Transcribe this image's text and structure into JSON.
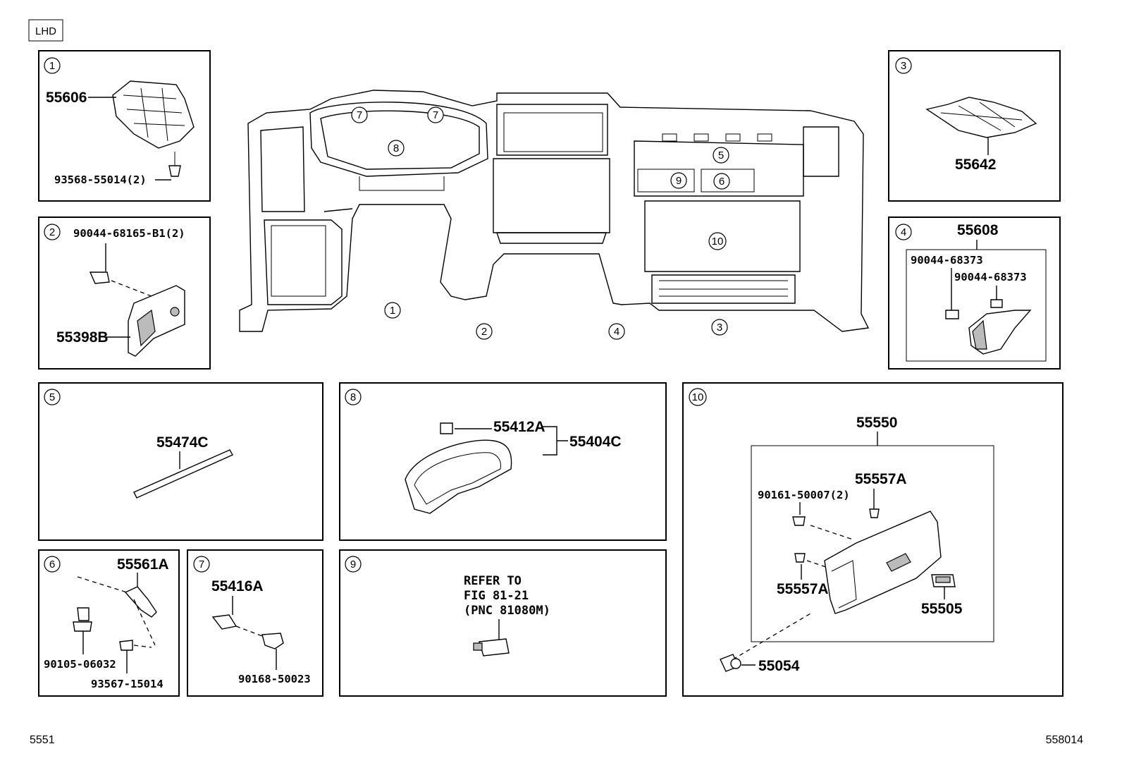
{
  "header": {
    "tag": "LHD"
  },
  "footer": {
    "left_code": "5551",
    "right_code": "558014"
  },
  "callouts": [
    "1",
    "2",
    "3",
    "4",
    "5",
    "6",
    "7",
    "8",
    "9",
    "10"
  ],
  "panels": {
    "p1": {
      "num": "1",
      "parts": [
        "55606",
        "93568-55014(2)"
      ]
    },
    "p2": {
      "num": "2",
      "parts": [
        "90044-68165-B1(2)",
        "55398B"
      ]
    },
    "p3": {
      "num": "3",
      "parts": [
        "55642"
      ]
    },
    "p4": {
      "num": "4",
      "parts": [
        "55608",
        "90044-68373",
        "90044-68373"
      ]
    },
    "p5": {
      "num": "5",
      "parts": [
        "55474C"
      ]
    },
    "p6": {
      "num": "6",
      "parts": [
        "55561A",
        "90105-06032",
        "93567-15014"
      ]
    },
    "p7": {
      "num": "7",
      "parts": [
        "55416A",
        "90168-50023"
      ]
    },
    "p8": {
      "num": "8",
      "parts": [
        "55412A",
        "55404C"
      ]
    },
    "p9": {
      "num": "9",
      "note": [
        "REFER TO",
        "FIG 81-21",
        "(PNC 81080M)"
      ]
    },
    "p10": {
      "num": "10",
      "parts": [
        "55550",
        "55557A",
        "90161-50007(2)",
        "55557A",
        "55505",
        "55054"
      ]
    }
  }
}
